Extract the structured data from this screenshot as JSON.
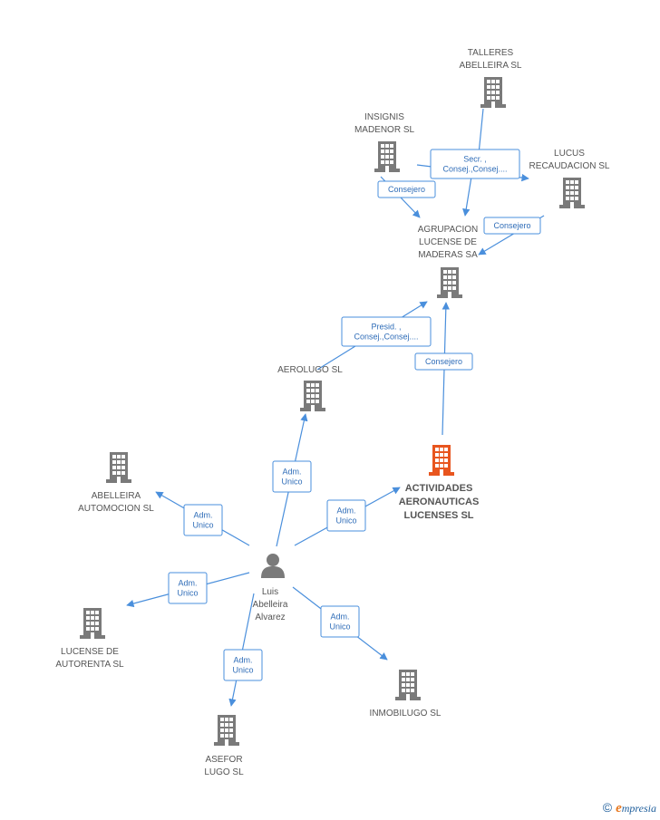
{
  "colors": {
    "building": "#7a7a7a",
    "focus_building": "#e8551e",
    "edge": "#4a8fdc",
    "person": "#7a7a7a"
  },
  "nodes": [
    {
      "id": "talleres",
      "type": "company",
      "lines": [
        "TALLERES",
        "ABELLEIRA SL"
      ]
    },
    {
      "id": "insignis",
      "type": "company",
      "lines": [
        "INSIGNIS",
        "MADENOR  SL"
      ]
    },
    {
      "id": "lucus",
      "type": "company",
      "lines": [
        "LUCUS",
        "RECAUDACION SL"
      ]
    },
    {
      "id": "agrupacion",
      "type": "company",
      "lines": [
        "AGRUPACION",
        "LUCENSE DE",
        "MADERAS SA"
      ]
    },
    {
      "id": "aerolugo",
      "type": "company",
      "lines": [
        "AEROLUGO SL"
      ]
    },
    {
      "id": "actividades",
      "type": "focus",
      "lines": [
        "ACTIVIDADES",
        "AERONAUTICAS",
        "LUCENSES SL"
      ]
    },
    {
      "id": "abelleira_auto",
      "type": "company",
      "lines": [
        "ABELLEIRA",
        "AUTOMOCION SL"
      ]
    },
    {
      "id": "person",
      "type": "person",
      "lines": [
        "Luis",
        "Abelleira",
        "Alvarez"
      ]
    },
    {
      "id": "lucense_autorenta",
      "type": "company",
      "lines": [
        "LUCENSE DE",
        "AUTORENTA SL"
      ]
    },
    {
      "id": "inmobilugo",
      "type": "company",
      "lines": [
        "INMOBILUGO SL"
      ]
    },
    {
      "id": "asefor",
      "type": "company",
      "lines": [
        "ASEFOR",
        "LUGO SL"
      ]
    }
  ],
  "edges": [
    {
      "id": "e1",
      "lines": [
        "Secr. ,",
        "Consej.,Consej...."
      ]
    },
    {
      "id": "e2",
      "lines": [
        "Consejero"
      ]
    },
    {
      "id": "e3",
      "lines": [
        "Consejero"
      ]
    },
    {
      "id": "e4",
      "lines": [
        "Presid. ,",
        "Consej.,Consej...."
      ]
    },
    {
      "id": "e5",
      "lines": [
        "Consejero"
      ]
    },
    {
      "id": "e6",
      "lines": [
        "Adm.",
        "Unico"
      ]
    },
    {
      "id": "e7",
      "lines": [
        "Adm.",
        "Unico"
      ]
    },
    {
      "id": "e8",
      "lines": [
        "Adm.",
        "Unico"
      ]
    },
    {
      "id": "e9",
      "lines": [
        "Adm.",
        "Unico"
      ]
    },
    {
      "id": "e10",
      "lines": [
        "Adm.",
        "Unico"
      ]
    },
    {
      "id": "e11",
      "lines": [
        "Adm.",
        "Unico"
      ]
    }
  ],
  "footer": {
    "copyright": "©",
    "brand_first": "e",
    "brand_rest": "mpresia"
  }
}
